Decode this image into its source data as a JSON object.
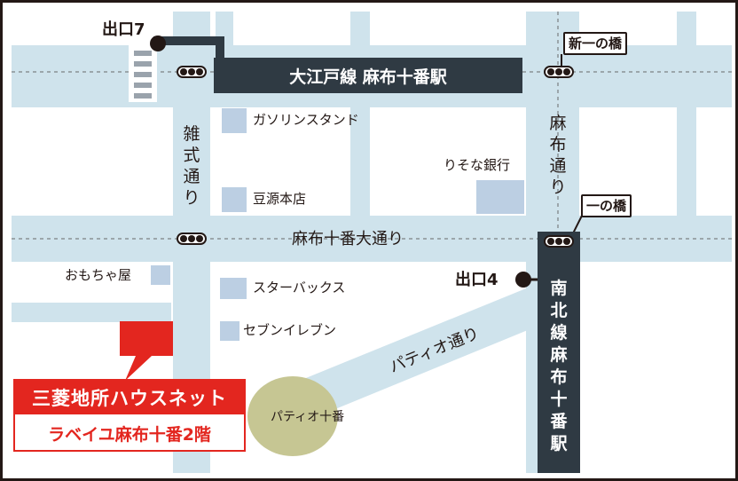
{
  "colors": {
    "road": "#cfe3ec",
    "station": "#2f3a43",
    "building": "#bccfe3",
    "brand_red": "#e3261f",
    "plaza": "#c6c693",
    "ink": "#231815"
  },
  "exits": {
    "exit7": "出口7",
    "exit4": "出口4"
  },
  "stations": {
    "oedo": "大江戸線 麻布十番駅",
    "nanboku": "南北線 麻布十番駅"
  },
  "roads": {
    "zoushiki": "雑式通り",
    "azabu": "麻布通り",
    "azabu_juban_odori": "麻布十番大通り",
    "patio": "パティオ通り"
  },
  "bridges": {
    "shin_ichinohashi": "新一の橋",
    "ichinohashi": "一の橋"
  },
  "landmarks": {
    "gas_station": "ガソリンスタンド",
    "mamegen": "豆源本店",
    "resona": "りそな銀行",
    "toy_shop": "おもちゃ屋",
    "starbucks": "スターバックス",
    "seven_eleven": "セブンイレブン",
    "patio_juban": "パティオ十番"
  },
  "brand": {
    "name": "三菱地所ハウスネット",
    "branch": "ラベイユ麻布十番2階"
  }
}
